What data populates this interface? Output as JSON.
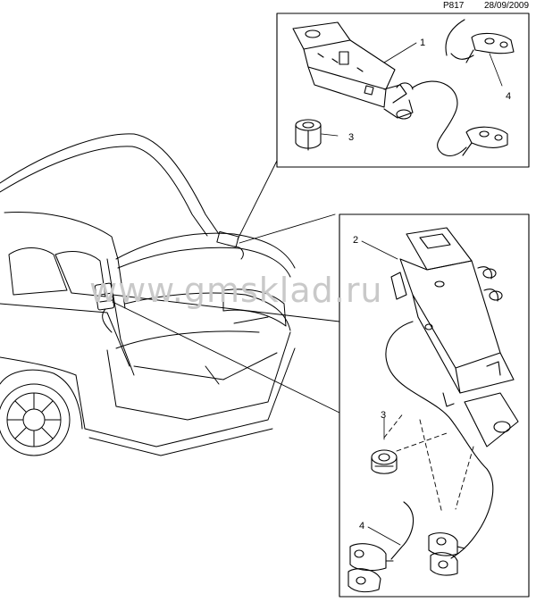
{
  "header": {
    "code": "P817",
    "date": "28/09/2009"
  },
  "watermark": "www.gmsklad.ru",
  "callouts": {
    "top": {
      "module": "1",
      "nut": "3",
      "cable": "4"
    },
    "bottom": {
      "module": "2",
      "nut": "3",
      "cable": "4"
    }
  },
  "icons": [
    "antenna-amplifier-module",
    "mounting-nut",
    "antenna-cable-connector",
    "car-rear-view"
  ],
  "colors": {
    "line": "#000000",
    "watermark": "#c9c9c9",
    "background": "#ffffff"
  }
}
